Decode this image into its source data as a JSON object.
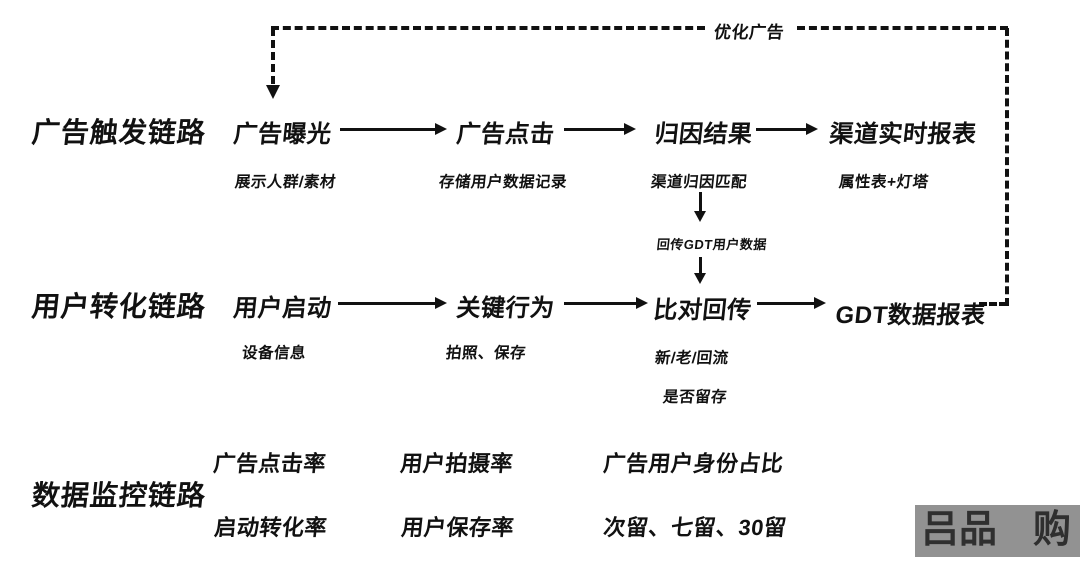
{
  "loop": {
    "label": "优化广告"
  },
  "bridge": {
    "label": "回传GDT用户数据"
  },
  "rows": [
    {
      "label": "广告触发链路",
      "nodes": [
        {
          "title": "广告曝光",
          "subtitle": "展示人群/素材"
        },
        {
          "title": "广告点击",
          "subtitle": "存储用户数据记录"
        },
        {
          "title": "归因结果",
          "subtitle": "渠道归因匹配"
        },
        {
          "title": "渠道实时报表",
          "subtitle": "属性表+灯塔"
        }
      ]
    },
    {
      "label": "用户转化链路",
      "nodes": [
        {
          "title": "用户启动",
          "subtitle": "设备信息"
        },
        {
          "title": "关键行为",
          "subtitle": "拍照、保存"
        },
        {
          "title": "比对回传",
          "subtitle": "新/老/回流",
          "subtitle2": "是否留存"
        },
        {
          "title": "GDT数据报表"
        }
      ]
    },
    {
      "label": "数据监控链路",
      "metrics": [
        {
          "top": "广告点击率",
          "bottom": "启动转化率"
        },
        {
          "top": "用户拍摄率",
          "bottom": "用户保存率"
        },
        {
          "top": "广告用户身份占比",
          "bottom": "次留、七留、30留"
        }
      ]
    }
  ],
  "watermark": {
    "left": "吕品",
    "right": "购"
  },
  "colors": {
    "ink": "#111111",
    "background": "#ffffff",
    "watermark_bg": "#929292",
    "watermark_text": "#2f2f2f"
  }
}
